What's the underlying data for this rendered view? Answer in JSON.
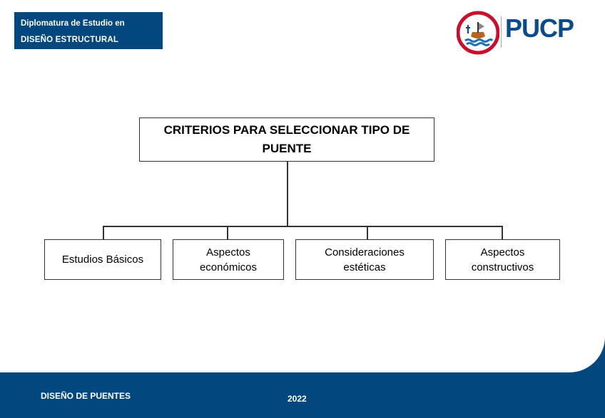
{
  "header": {
    "line1": "Diplomatura de Estudio en",
    "line2": "DISEÑO ESTRUCTURAL"
  },
  "logo": {
    "text": "PUCP",
    "icon": "pucp-seal-icon"
  },
  "diagram": {
    "root": "CRITERIOS PARA SELECCIONAR TIPO DE PUENTE",
    "children": [
      "Estudios Básicos",
      "Aspectos económicos",
      "Consideraciones estéticas",
      "Aspectos constructivos"
    ]
  },
  "footer": {
    "course": "DISEÑO DE PUENTES",
    "year": "2022"
  },
  "colors": {
    "brand_blue": "#02477e",
    "seal_red": "#c8102e"
  }
}
